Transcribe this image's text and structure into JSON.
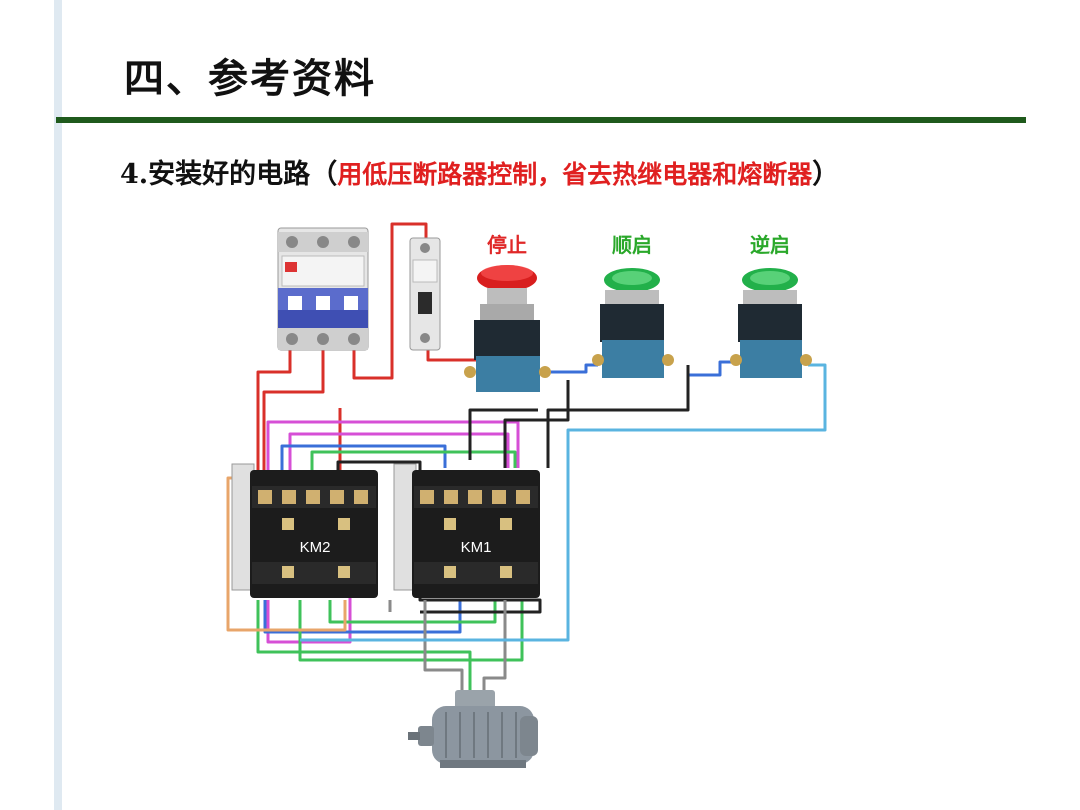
{
  "slide": {
    "title": "四、参考资料",
    "subtitle_main": "4.安装好的电路",
    "subtitle_open": "（",
    "subtitle_note": "用低压断路器控制，省去热继电器和熔断器",
    "subtitle_close": "）"
  },
  "buttons": {
    "stop": {
      "label": "停止",
      "color": "#e02828",
      "cap": "#d81e1e"
    },
    "forward": {
      "label": "顺启",
      "color": "#2aa82a",
      "cap": "#22b04a"
    },
    "reverse": {
      "label": "逆启",
      "color": "#2aa82a",
      "cap": "#22b04a"
    }
  },
  "contactors": {
    "km2": {
      "label": "KM2"
    },
    "km1": {
      "label": "KM1"
    }
  },
  "colors": {
    "accent_rule": "#1f5a1c",
    "note_red": "#e02020",
    "wire_red": "#d9302a",
    "wire_pink": "#d64fd6",
    "wire_blue": "#3a6fd8",
    "wire_green": "#3fc25a",
    "wire_black": "#222222",
    "wire_gray": "#8a8a8a",
    "wire_lightblue": "#5ab4e0",
    "wire_orange": "#e8a56a"
  }
}
